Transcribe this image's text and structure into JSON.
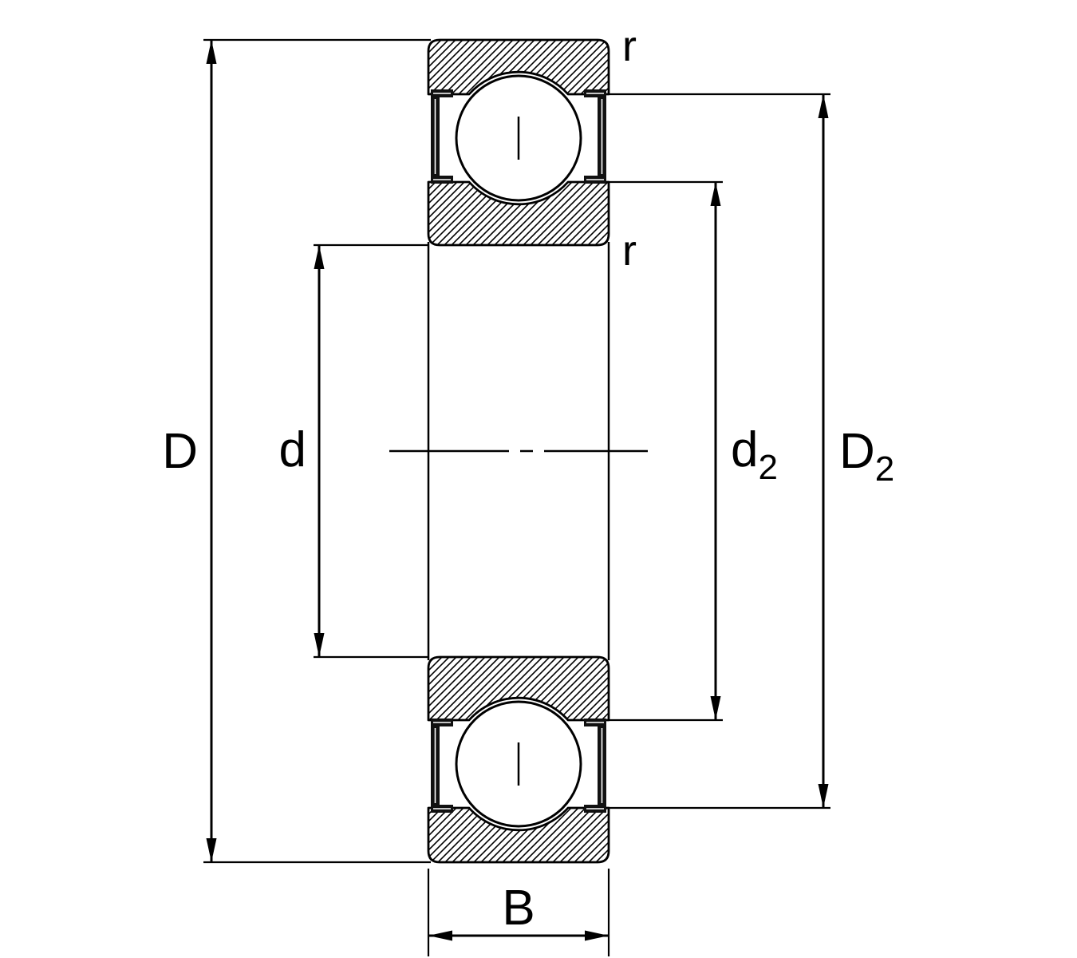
{
  "figure": "deep-groove-ball-bearing-cross-section",
  "colors": {
    "line": "#000000",
    "background": "#ffffff",
    "seal": "#111111"
  },
  "dimensions": {
    "outer_diameter": {
      "label": "D"
    },
    "bore_diameter": {
      "label": "d"
    },
    "shoulder_inner": {
      "base": "d",
      "sub": "2"
    },
    "shoulder_outer": {
      "base": "D",
      "sub": "2"
    },
    "width": {
      "label": "B"
    },
    "chamfer_outer": {
      "label": "r"
    },
    "chamfer_inner": {
      "label": "r"
    }
  }
}
